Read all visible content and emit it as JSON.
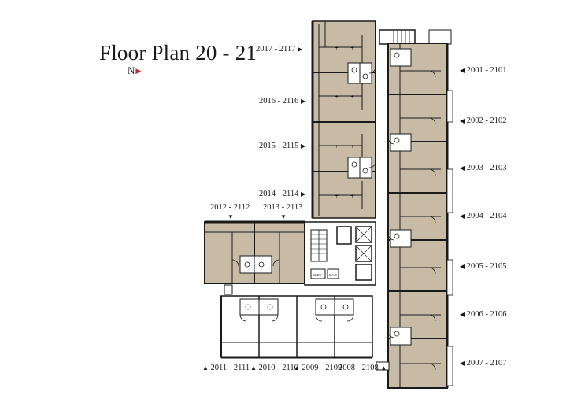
{
  "title": "Floor Plan 20 - 21",
  "north": {
    "label": "N",
    "color": "#d0262b"
  },
  "colors": {
    "unit_fill": "#c8bba6",
    "wall": "#1a1a1a",
    "background": "#ffffff"
  },
  "unit_labels": {
    "u2017": "2017 - 2117",
    "u2016": "2016 - 2116",
    "u2015": "2015 - 2115",
    "u2014": "2014 - 2114",
    "u2012": "2012 - 2112",
    "u2013": "2013 - 2113",
    "u2001": "2001 - 2101",
    "u2002": "2002 - 2102",
    "u2003": "2003 - 2103",
    "u2004": "2004 - 2104",
    "u2005": "2005 - 2105",
    "u2006": "2006 - 2106",
    "u2007": "2007 - 2107",
    "u2011": "2011 - 2111",
    "u2010": "2010 - 2110",
    "u2009": "2009 - 2109",
    "u2008": "2008 - 2108"
  },
  "core_labels": {
    "elev": "ELEV",
    "gar": "GAR"
  }
}
